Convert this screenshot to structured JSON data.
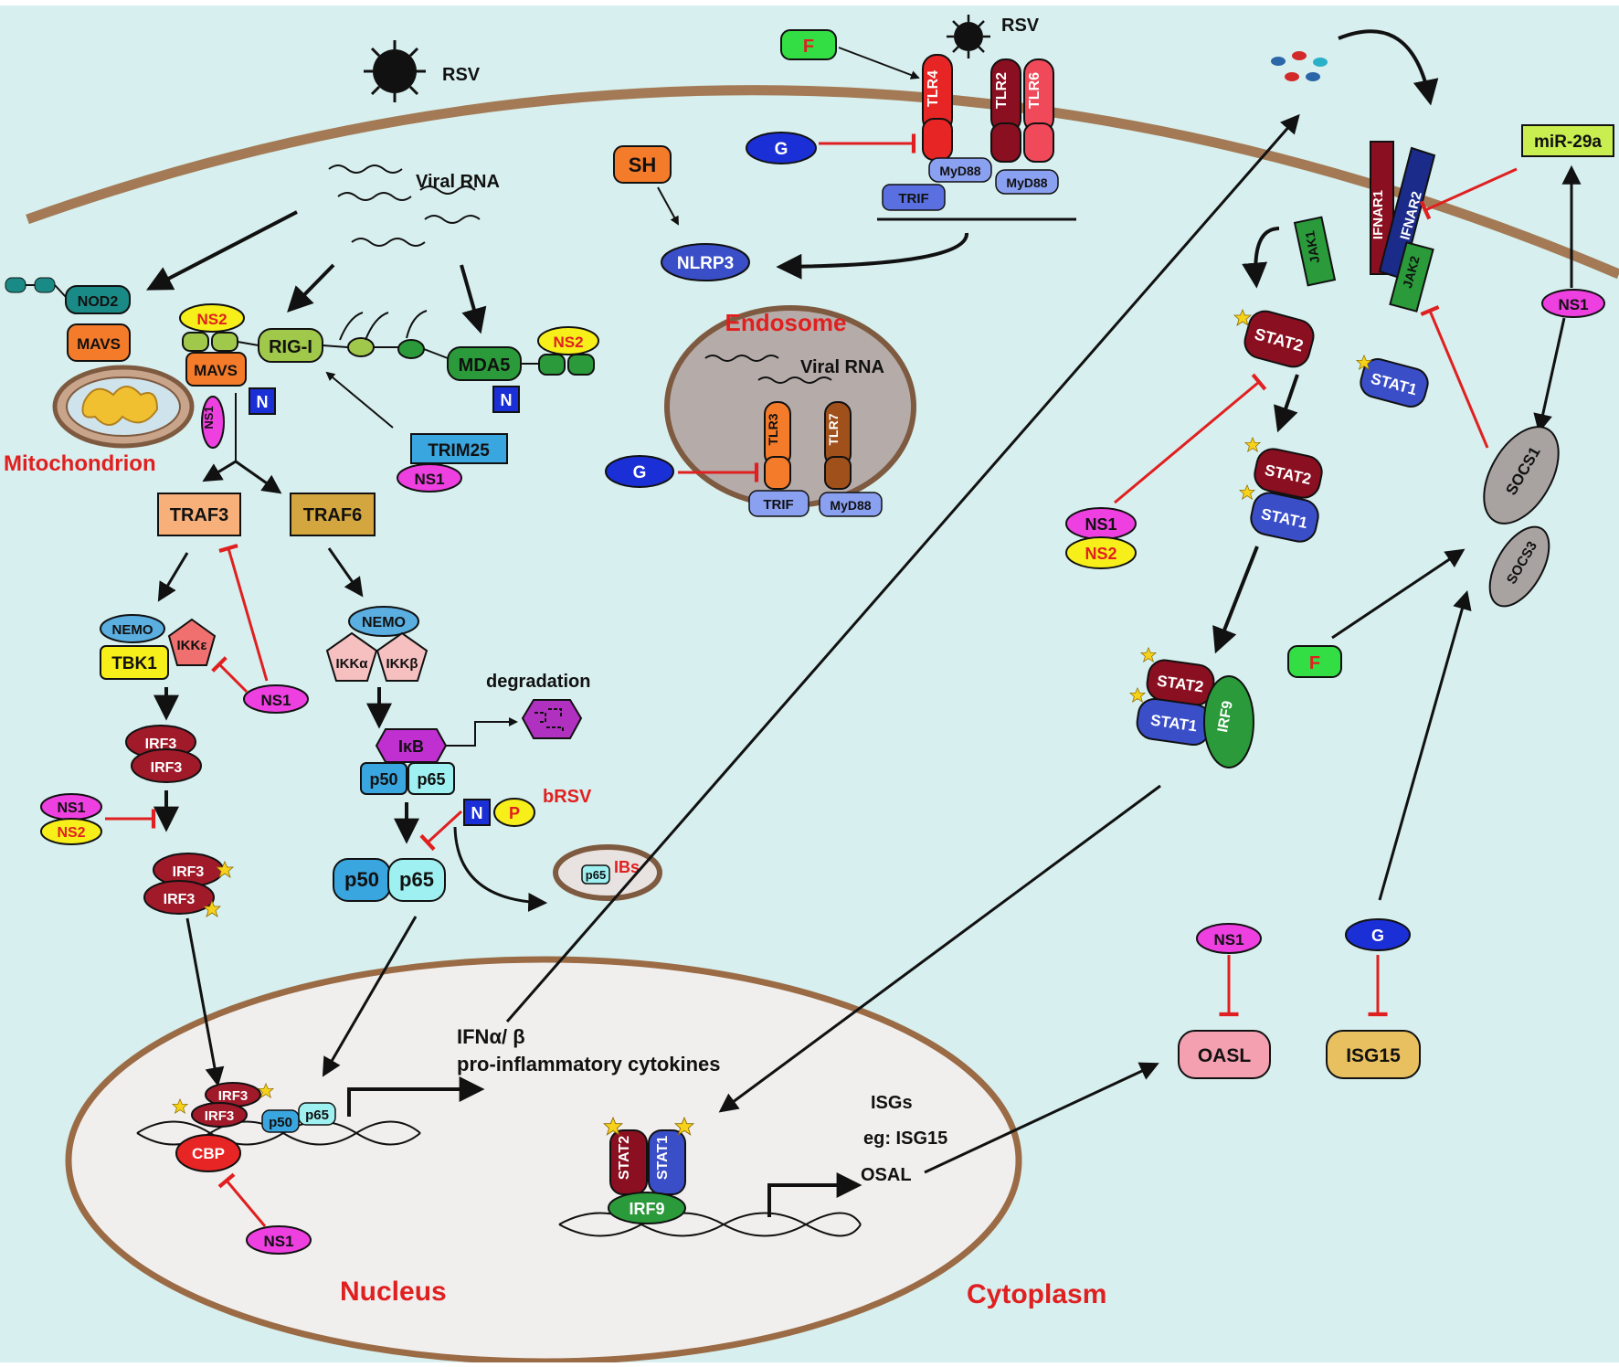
{
  "colors": {
    "background": "#d7efee",
    "membrane": "#a37a55",
    "red_label": "#e02020",
    "inhibit": "#e02020",
    "ns1": "#ee3fe0",
    "ns2": "#f7ef1a",
    "g_protein": "#1a2fd6",
    "f_protein": "#33dd44"
  },
  "labels": {
    "rsv_left": "RSV",
    "rsv_top": "RSV",
    "viral_rna": "Viral RNA",
    "mitochondrion": "Mitochondrion",
    "endosome": "Endosome",
    "endosome_viral_rna": "Viral RNA",
    "nucleus": "Nucleus",
    "cytoplasm": "Cytoplasm",
    "degradation": "degradation",
    "brsv": "bRSV",
    "ibs": "IBs",
    "ifn": "IFNα/ β",
    "cytokines": "pro-inflammatory cytokines",
    "isgs": "ISGs",
    "isg_eg": "eg: ISG15",
    "osal": "OSAL"
  },
  "proteins": {
    "nod2": "NOD2",
    "mavs": "MAVS",
    "ns1": "NS1",
    "ns2": "NS2",
    "rig_i": "RIG-I",
    "mda5": "MDA5",
    "n": "N",
    "p": "P",
    "trim25": "TRIM25",
    "traf3": "TRAF3",
    "traf6": "TRAF6",
    "nemo": "NEMO",
    "tbk1": "TBK1",
    "ikke": "IKKε",
    "ikka": "IKKα",
    "ikkb": "IKKβ",
    "irf3": "IRF3",
    "ikb": "IκB",
    "p50": "p50",
    "p65": "p65",
    "cbp": "CBP",
    "f": "F",
    "g": "G",
    "sh": "SH",
    "tlr4": "TLR4",
    "tlr2": "TLR2",
    "tlr6": "TLR6",
    "tlr3": "TLR3",
    "tlr7": "TLR7",
    "myd88": "MyD88",
    "trif": "TRIF",
    "nlrp3": "NLRP3",
    "ifnar1": "IFNAR1",
    "ifnar2": "IFNAR2",
    "jak1": "JAK1",
    "jak2": "JAK2",
    "stat1": "STAT1",
    "stat2": "STAT2",
    "irf9": "IRF9",
    "socs1": "SOCS1",
    "socs3": "SOCS3",
    "mir29a": "miR-29a",
    "oasl": "OASL",
    "isg15": "ISG15"
  }
}
